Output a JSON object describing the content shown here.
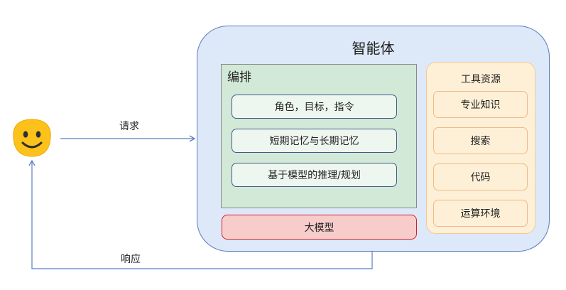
{
  "agent": {
    "title": "智能体"
  },
  "orchestration": {
    "title": "编排",
    "items": [
      "角色，目标，指令",
      "短期记忆与长期记忆",
      "基于模型的推理/规划"
    ]
  },
  "llm": {
    "label": "大模型"
  },
  "tools": {
    "title": "工具资源",
    "items": [
      "专业知识",
      "搜索",
      "代码",
      "运算环境"
    ]
  },
  "edges": {
    "request": "请求",
    "response": "响应"
  },
  "user": {
    "icon": "smiley-face-icon"
  },
  "colors": {
    "agent_fill": "#dde8f8",
    "orchestration_fill": "#d3e9d8",
    "llm_fill": "#f9cccc",
    "tools_fill": "#fdf0d6",
    "arrow": "#5b7fc4"
  }
}
